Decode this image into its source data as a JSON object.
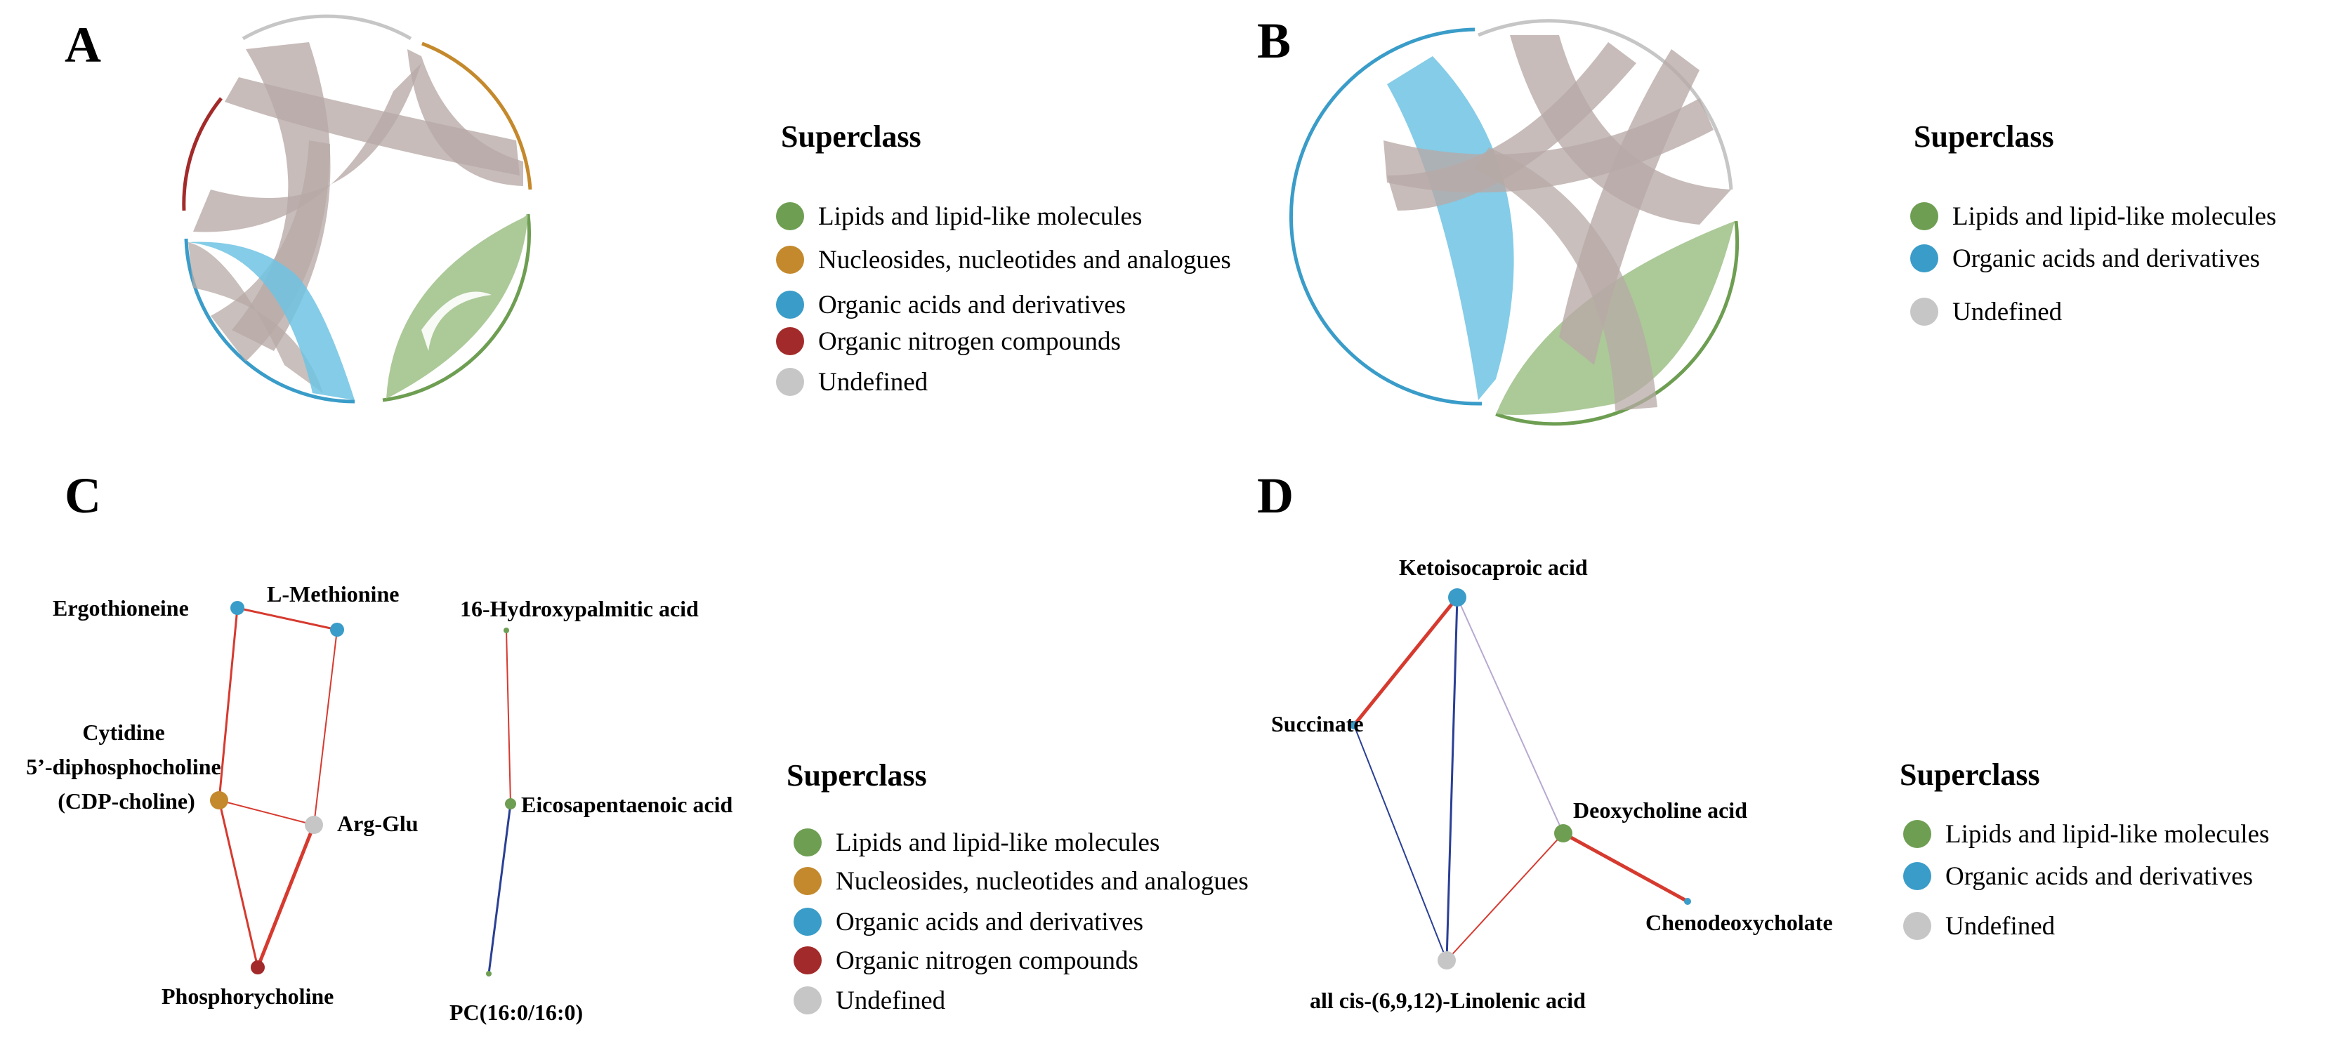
{
  "colors": {
    "lipids": "#6e9e52",
    "nucleosides": "#c4892c",
    "organic_acids": "#3a9cc8",
    "nitrogen": "#a32a2a",
    "undefined": "#c6c6c6",
    "positive_edge": "#d63a2f",
    "negative_edge": "#2a3f95",
    "chord_gray": "#b7a9a6",
    "chord_green": "#9ebf86",
    "chord_blue": "#6ec3e3"
  },
  "panels": {
    "A": {
      "letter": "A",
      "legend": {
        "title": "Superclass",
        "items": [
          {
            "label": "Lipids and lipid-like molecules",
            "color": "#6e9e52"
          },
          {
            "label": "Nucleosides, nucleotides and analogues",
            "color": "#c4892c"
          },
          {
            "label": "Organic acids and derivatives",
            "color": "#3a9cc8"
          },
          {
            "label": "Organic nitrogen compounds",
            "color": "#a32a2a"
          },
          {
            "label": "Undefined",
            "color": "#c6c6c6"
          }
        ]
      }
    },
    "B": {
      "letter": "B",
      "legend": {
        "title": "Superclass",
        "items": [
          {
            "label": "Lipids and lipid-like molecules",
            "color": "#6e9e52"
          },
          {
            "label": "Organic acids and derivatives",
            "color": "#3a9cc8"
          },
          {
            "label": "Undefined",
            "color": "#c6c6c6"
          }
        ]
      }
    },
    "C": {
      "letter": "C",
      "nodes": {
        "ergothioneine": {
          "label": "Ergothioneine",
          "color": "#3a9cc8"
        },
        "lmethionine": {
          "label": "L-Methionine",
          "color": "#3a9cc8"
        },
        "cdpcholine": {
          "label": [
            "Cytidine",
            "5’-diphosphocholine",
            "(CDP-choline)"
          ],
          "color": "#c4892c"
        },
        "argglu": {
          "label": "Arg-Glu",
          "color": "#c6c6c6"
        },
        "phosphorycholine": {
          "label": "Phosphorycholine",
          "color": "#a32a2a"
        },
        "hydroxypalmitic": {
          "label": "16-Hydroxypalmitic acid",
          "color": "#6e9e52"
        },
        "eicosapentaenoic": {
          "label": "Eicosapentaenoic acid",
          "color": "#6e9e52"
        },
        "pc16": {
          "label": "PC(16:0/16:0)",
          "color": "#6e9e52"
        }
      },
      "legend": {
        "title": "Superclass",
        "items": [
          {
            "label": "Lipids and lipid-like molecules",
            "color": "#6e9e52"
          },
          {
            "label": "Nucleosides, nucleotides and analogues",
            "color": "#c4892c"
          },
          {
            "label": "Organic acids and derivatives",
            "color": "#3a9cc8"
          },
          {
            "label": "Organic nitrogen compounds",
            "color": "#a32a2a"
          },
          {
            "label": "Undefined",
            "color": "#c6c6c6"
          }
        ]
      }
    },
    "D": {
      "letter": "D",
      "nodes": {
        "ketoisocaproic": {
          "label": "Ketoisocaproic acid",
          "color": "#3a9cc8"
        },
        "succinate": {
          "label": "Succinate",
          "color": "#3a9cc8"
        },
        "deoxycholine": {
          "label": "Deoxycholine acid",
          "color": "#6e9e52"
        },
        "chenodeoxycholate": {
          "label": "Chenodeoxycholate",
          "color": "#3a9cc8"
        },
        "linolenic": {
          "label": "all cis-(6,9,12)-Linolenic acid",
          "color": "#c6c6c6"
        }
      },
      "legend": {
        "title": "Superclass",
        "items": [
          {
            "label": "Lipids and lipid-like molecules",
            "color": "#6e9e52"
          },
          {
            "label": "Organic acids and derivatives",
            "color": "#3a9cc8"
          },
          {
            "label": "Undefined",
            "color": "#c6c6c6"
          }
        ]
      }
    }
  }
}
